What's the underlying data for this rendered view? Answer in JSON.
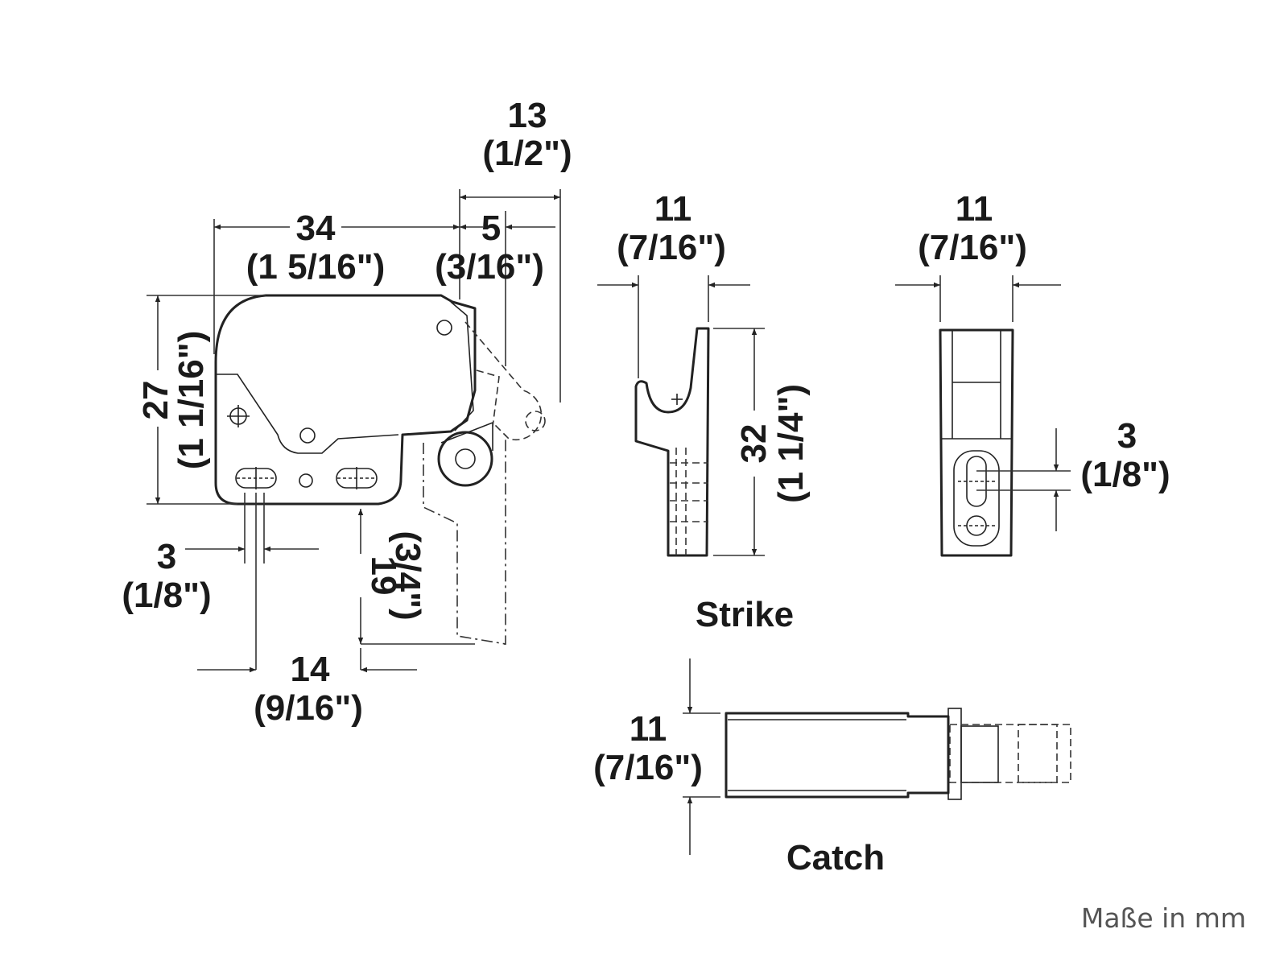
{
  "colors": {
    "line": "#222222",
    "text": "#1a1a1a",
    "note": "#555555",
    "background": "#ffffff"
  },
  "labels": {
    "strike": "Strike",
    "catch": "Catch",
    "units_note": "Maße in mm"
  },
  "dimensions": {
    "width_34": {
      "mm": "34",
      "inch": "(1 5/16\")"
    },
    "offset_5": {
      "mm": "5",
      "inch": "(3/16\")"
    },
    "total_13": {
      "mm": "13",
      "inch": "(1/2\")"
    },
    "height_27": {
      "mm": "27",
      "inch": "(1 1/16\")"
    },
    "slot_3": {
      "mm": "3",
      "inch": "(1/8\")"
    },
    "height_19": {
      "mm": "19",
      "inch": "(3/4\")"
    },
    "spacing_14": {
      "mm": "14",
      "inch": "(9/16\")"
    },
    "strike_width_11": {
      "mm": "11",
      "inch": "(7/16\")"
    },
    "strike_height_32": {
      "mm": "32",
      "inch": "(1 1/4\")"
    },
    "strike_side_width_11": {
      "mm": "11",
      "inch": "(7/16\")"
    },
    "strike_slot_3": {
      "mm": "3",
      "inch": "(1/8\")"
    },
    "catch_height_11": {
      "mm": "11",
      "inch": "(7/16\")"
    }
  }
}
